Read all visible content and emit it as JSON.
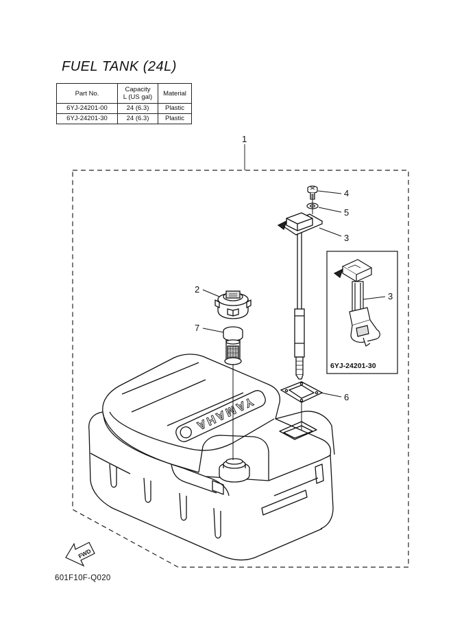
{
  "title": "FUEL TANK (24L)",
  "spec_table": {
    "headers": [
      "Part No.",
      "Capacity",
      "L (US gal)",
      "Material"
    ],
    "rows": [
      [
        "6YJ-24201-00",
        "24 (6.3)",
        "Plastic"
      ],
      [
        "6YJ-24201-30",
        "24 (6.3)",
        "Plastic"
      ]
    ]
  },
  "callouts": {
    "c1": "1",
    "c2": "2",
    "c3": "3",
    "c3b": "3",
    "c4": "4",
    "c5": "5",
    "c6": "6",
    "c7": "7"
  },
  "inset_label": "6YJ-24201-30",
  "tank_emblem": "YAMAHA",
  "fwd_label": "FWD",
  "diagram_code": "601F10F-Q020"
}
